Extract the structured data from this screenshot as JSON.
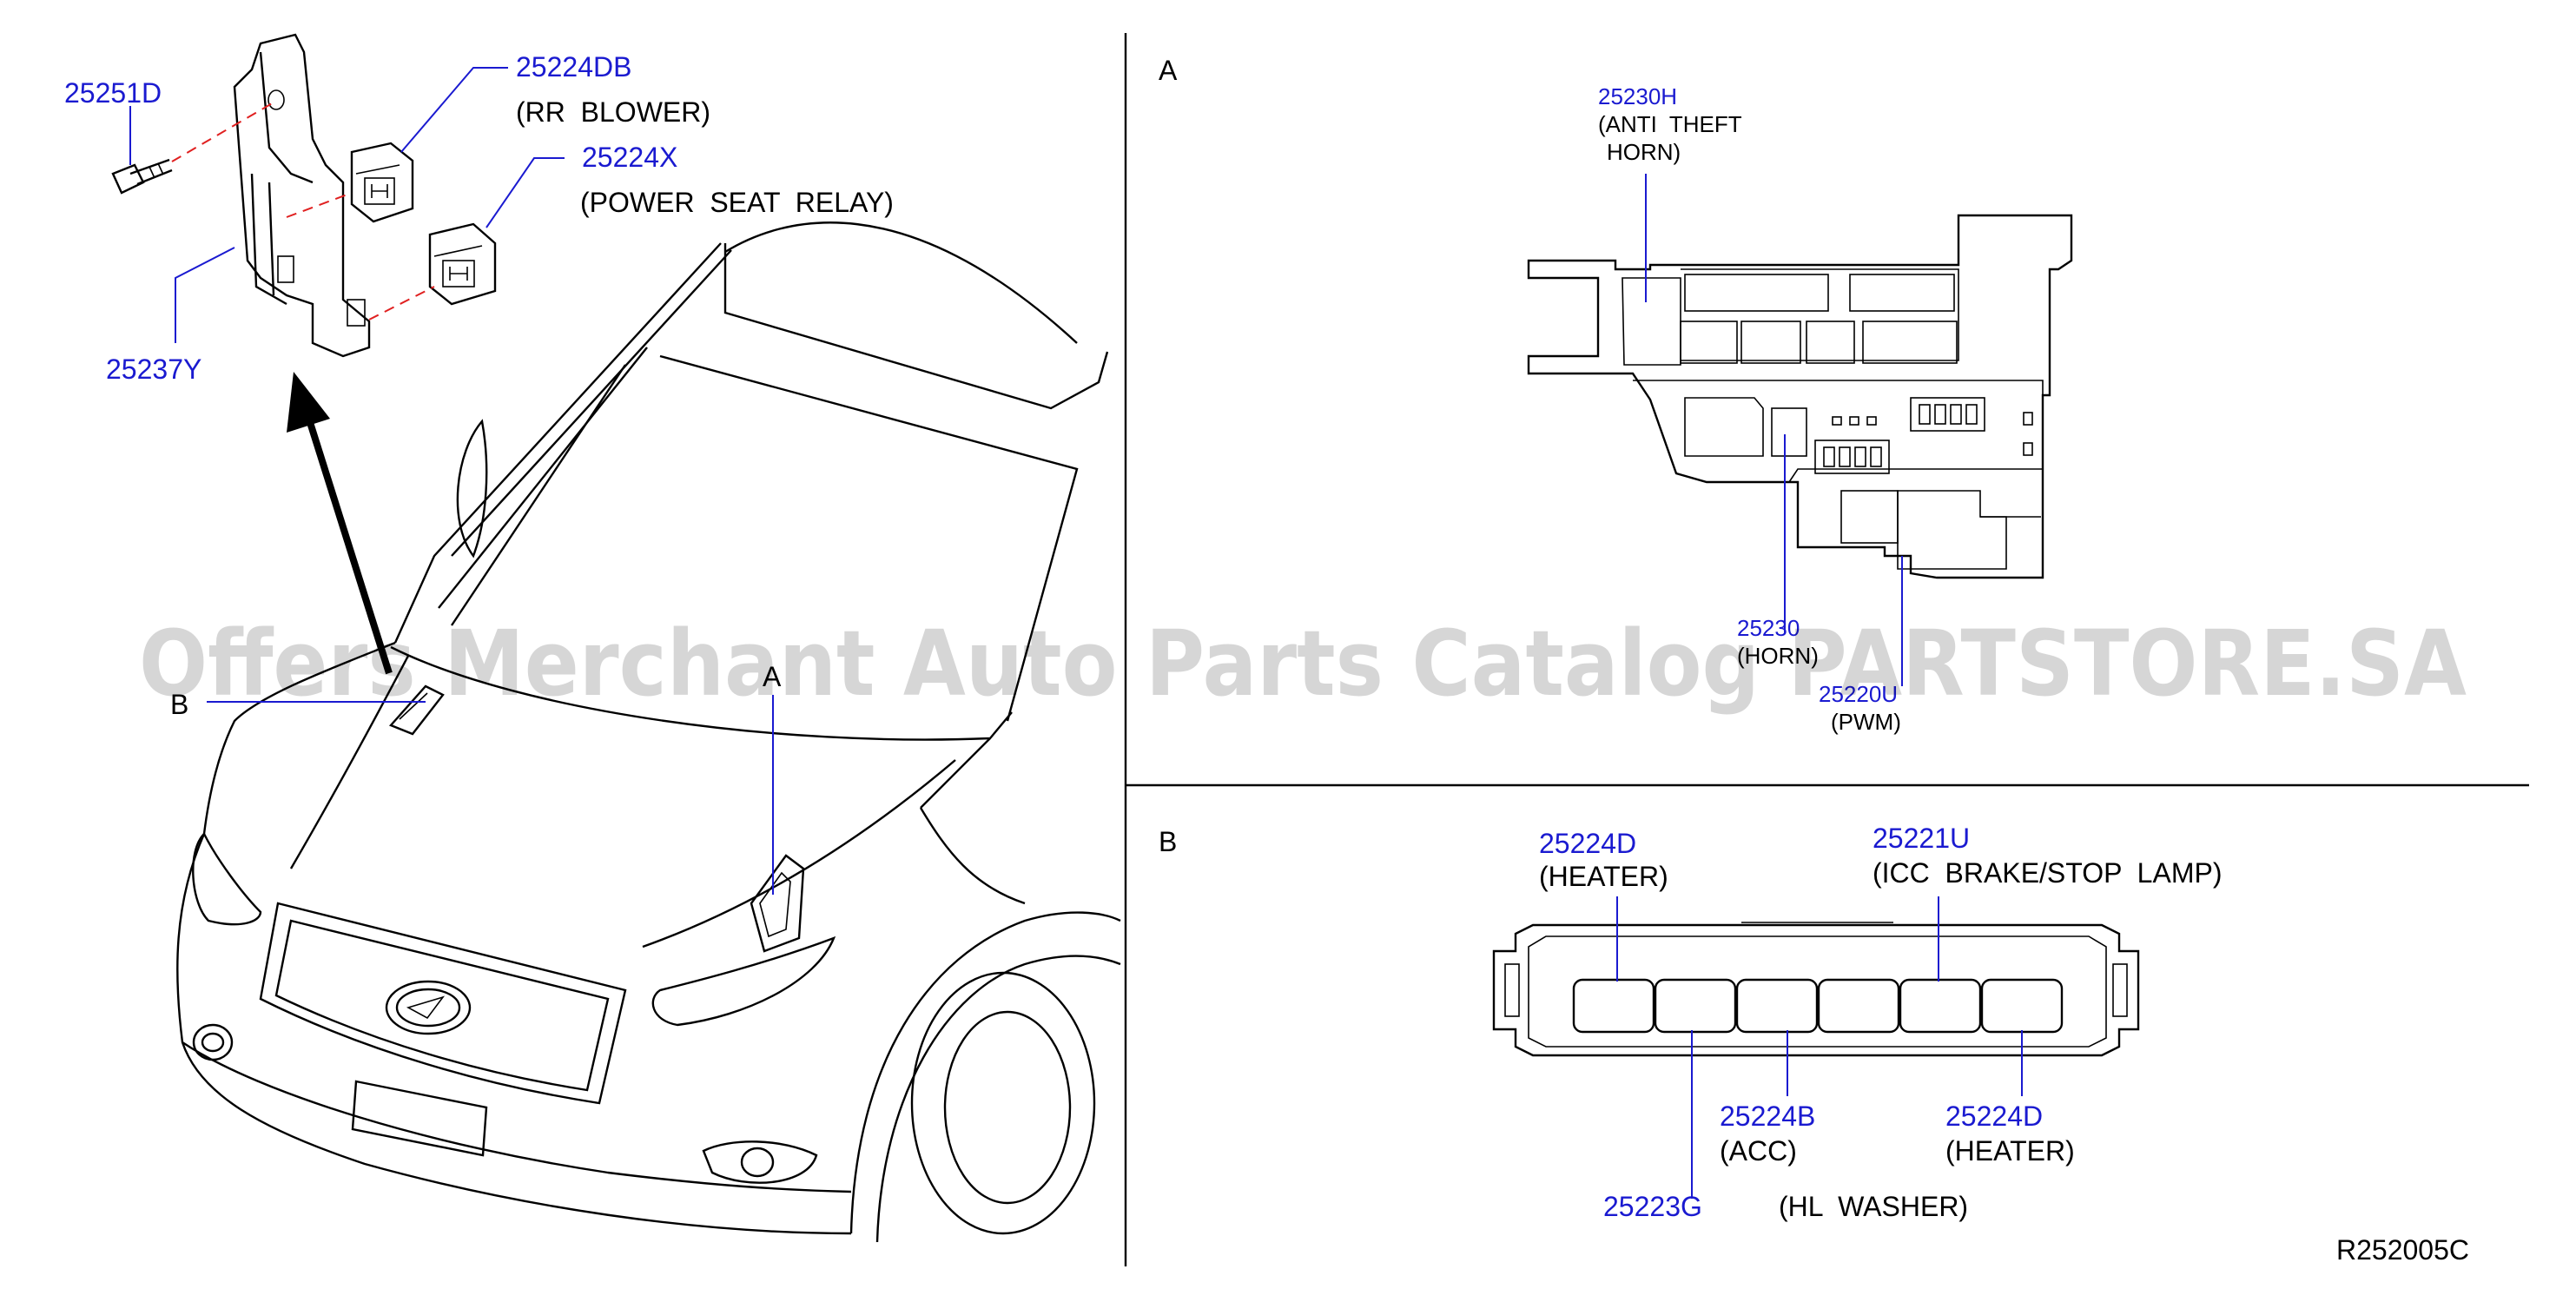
{
  "watermark": "Offers Merchant Auto Parts Catalog PARTSTORE.SA",
  "drawing_code": "R252005C",
  "section_labels": {
    "a": "A",
    "b": "B"
  },
  "car_callouts": {
    "a": "A",
    "b": "B"
  },
  "main_parts": {
    "bolt": "25251D",
    "bracket": "25237Y",
    "rr_blower_relay": {
      "part_no": "25224DB",
      "desc": "(RR  BLOWER)"
    },
    "power_seat_relay": {
      "part_no": "25224X",
      "desc": "(POWER  SEAT  RELAY)"
    }
  },
  "section_a_parts": {
    "anti_theft_horn": {
      "part_no": "25230H",
      "desc_line1": "(ANTI  THEFT",
      "desc_line2": "HORN)"
    },
    "horn": {
      "part_no": "25230",
      "desc": "(HORN)"
    },
    "pwm": {
      "part_no": "25220U",
      "desc": "(PWM)"
    }
  },
  "section_b_parts": {
    "heater_top": {
      "part_no": "25224D",
      "desc": "(HEATER)"
    },
    "icc_brake": {
      "part_no": "25221U",
      "desc": "(ICC  BRAKE/STOP  LAMP)"
    },
    "acc": {
      "part_no": "25224B",
      "desc": "(ACC)"
    },
    "heater_bottom": {
      "part_no": "25224D",
      "desc": "(HEATER)"
    },
    "hl_washer": {
      "part_no": "25223G",
      "desc": "(HL  WASHER)"
    }
  },
  "colors": {
    "part_number": "#1a1ad0",
    "text": "#000000",
    "dashed_guide": "#e02020",
    "background": "#ffffff"
  }
}
